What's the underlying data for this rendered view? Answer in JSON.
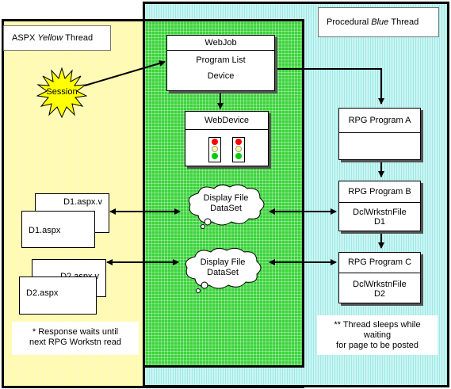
{
  "yellow_panel": {
    "label_prefix": "ASPX",
    "label_italic": "Yellow",
    "label_suffix": "Thread",
    "note": [
      "* Response waits until",
      "next RPG Workstn read"
    ]
  },
  "blue_panel": {
    "label_prefix": "Procedural",
    "label_italic": "Blue",
    "label_suffix": "Thread",
    "note": [
      "** Thread sleeps while",
      "waiting",
      "for page to be posted"
    ]
  },
  "session": "Session",
  "webjob": {
    "title": "WebJob",
    "lines": [
      "Program List",
      "Device"
    ]
  },
  "webdevice": {
    "title": "WebDevice"
  },
  "cloud_top": [
    "Display File",
    "DataSet"
  ],
  "cloud_bottom": [
    "Display File",
    "DataSet"
  ],
  "docs_top": {
    "back": "D1.aspx.v",
    "front": "D1.aspx"
  },
  "docs_bottom": {
    "back": "D2.aspx.v",
    "front": "D2.aspx"
  },
  "programs": [
    {
      "title": "RPG Program A",
      "body": []
    },
    {
      "title": "RPG Program B",
      "body": [
        "DclWrkstnFile",
        "D1"
      ]
    },
    {
      "title": "RPG Program C",
      "body": [
        "DclWrkstnFile",
        "D2"
      ]
    }
  ],
  "colors": {
    "yellow": "#fffbb0",
    "green": "#3bd33b",
    "blue": "#a8ece8",
    "sun": "#ffff00"
  }
}
